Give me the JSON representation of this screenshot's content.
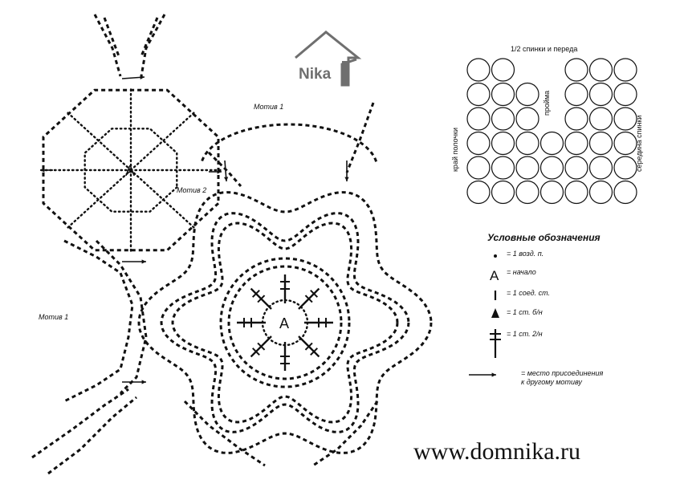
{
  "logo": {
    "text": "Nika"
  },
  "labels": {
    "motif1_top": "Мотив 1",
    "motif2": "Мотив 2",
    "motif1_left": "Мотив 1",
    "start_marker": "A"
  },
  "schema": {
    "top_label": "1/2 спинки и переда",
    "left_label": "край полочки",
    "armhole_label": "пройма",
    "right_label": "середина спинки"
  },
  "legend": {
    "title": "Условные обозначения",
    "items": [
      {
        "symbol": "chain-dot",
        "text": "= 1 возд. п."
      },
      {
        "symbol": "start-a",
        "text": "= начало"
      },
      {
        "symbol": "slip-stitch",
        "text": "= 1 соед. ст."
      },
      {
        "symbol": "sc-triangle",
        "text": "= 1 ст. б/н"
      },
      {
        "symbol": "dc2-cross",
        "text": "= 1 ст. 2/н"
      },
      {
        "symbol": "join-arrow",
        "text": "= место присоединения\nк другому мотиву"
      }
    ]
  },
  "footer": {
    "url": "www.domnika.ru"
  },
  "colors": {
    "ink": "#111111",
    "logo_gray": "#6f6f6f",
    "background": "#ffffff"
  }
}
